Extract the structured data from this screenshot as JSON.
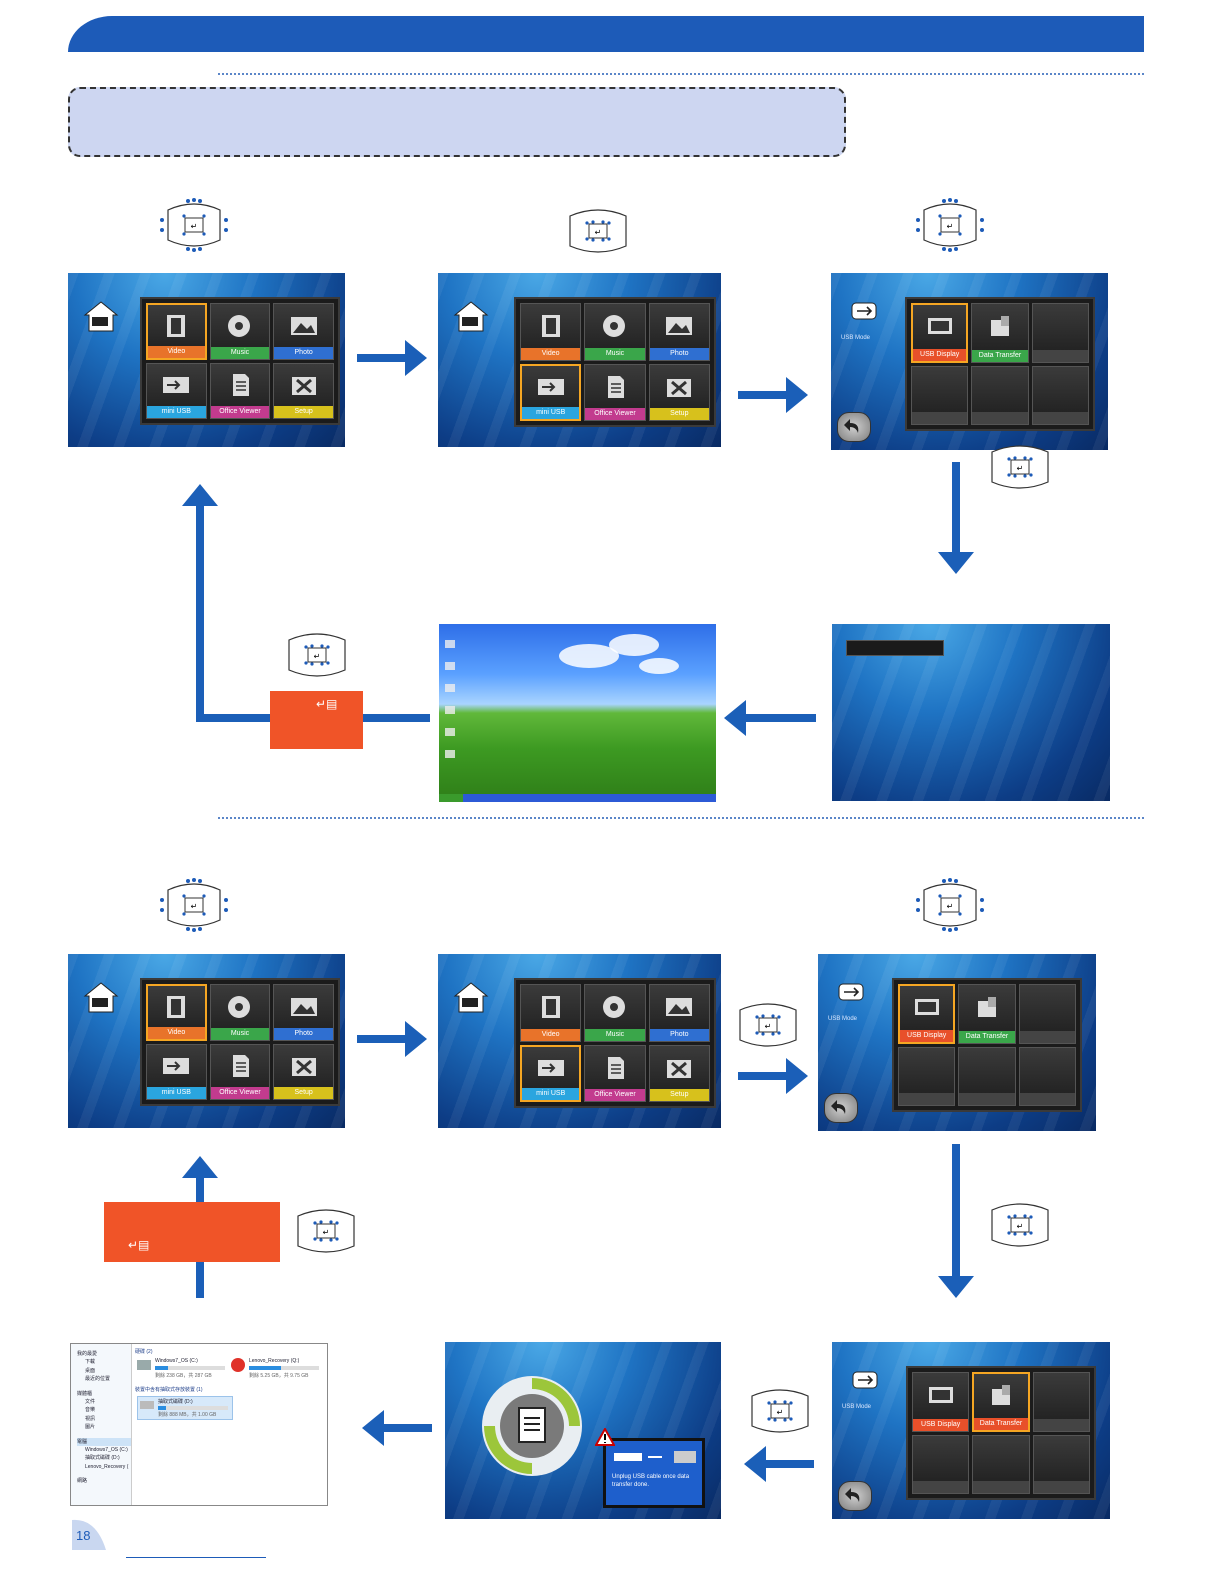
{
  "colors": {
    "accent": "#1d5bb8",
    "note_fill": "#cdd6f1",
    "highlight_orange": "#f05428",
    "tile_selected": "#f5a623"
  },
  "page_number": "18",
  "enter_key_glyph": "↵▤",
  "home_menu": {
    "tiles": [
      {
        "label": "Video",
        "icon": "film-icon",
        "color": "#e8732a"
      },
      {
        "label": "Music",
        "icon": "disc-music-icon",
        "color": "#3aa64a"
      },
      {
        "label": "Photo",
        "icon": "photo-icon",
        "color": "#2f6fd1"
      },
      {
        "label": "mini USB",
        "icon": "usb-input-icon",
        "color": "#2aa5df"
      },
      {
        "label": "Office Viewer",
        "icon": "document-icon",
        "color": "#c23b8e"
      },
      {
        "label": "Setup",
        "icon": "tools-icon",
        "color": "#d7c11c"
      }
    ]
  },
  "usb_mode": {
    "title": "USB Mode",
    "tiles": [
      {
        "label": "USB Display",
        "icon": "monitor-icon",
        "color": "#e8502a"
      },
      {
        "label": "Data Transfer",
        "icon": "data-transfer-icon",
        "color": "#3aa64a"
      }
    ]
  },
  "transfer_screen": {
    "warning_text": "Unplug USB cable once data transfer done."
  },
  "explorer": {
    "nav": [
      "我的最愛",
      "下載",
      "桌面",
      "最近的位置",
      "媒體櫃",
      "文件",
      "音樂",
      "視訊",
      "圖片",
      "電腦",
      "Windows7_OS (C:)",
      "抽取式磁碟 (D:)",
      "Lenovo_Recovery (",
      "網路"
    ],
    "hdd_header": "硬碟 (2)",
    "drive1_name": "Windows7_OS (C:)",
    "drive1_space": "剩餘 238 GB，共 287 GB",
    "drive2_name": "Lenovo_Recovery (Q:)",
    "drive2_space": "剩餘 5.25 GB，共 9.75 GB",
    "removable_header": "裝置中含有抽取式存放裝置 (1)",
    "drive3_name": "抽取式磁碟 (D:)",
    "drive3_space": "剩餘 888 MB，共 1.00 GB"
  }
}
